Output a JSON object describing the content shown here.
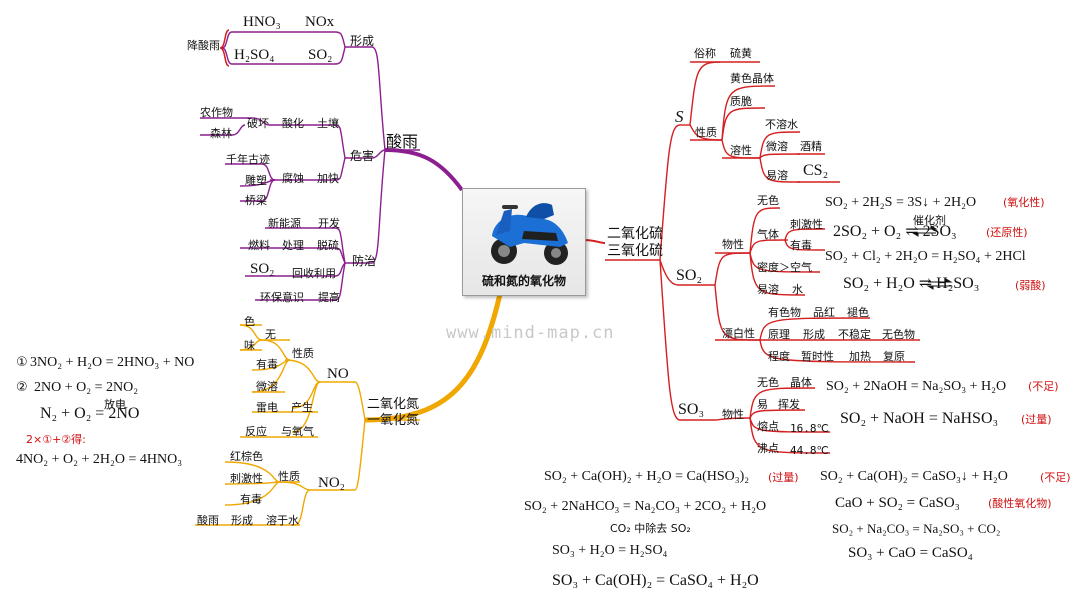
{
  "center": {
    "title": "硫和氮的氧化物",
    "illustration": "scooter"
  },
  "watermark": "www.mind-map.cn",
  "acid_rain": {
    "label": "酸雨",
    "forms": {
      "label": "形成",
      "hno3": "HNO₃",
      "nox": "NOx",
      "h2so4": "H₂SO₄",
      "so2": "SO₂",
      "rain": "降酸雨"
    },
    "harm": {
      "label": "危害",
      "acidify": "酸化",
      "soil": "土壤",
      "destroy": "破坏",
      "crops": "农作物",
      "forest": "森林",
      "speedup": "加快",
      "corrode": "腐蚀",
      "relics": "千年古迹",
      "statue": "雕塑",
      "bridge": "桥梁"
    },
    "prevent": {
      "label": "防治",
      "develop": "开发",
      "new_energy": "新能源",
      "desulfur": "脱硫",
      "process": "处理",
      "fuel": "燃料",
      "recycle": "回收利用",
      "so2": "SO₂",
      "improve": "提高",
      "env": "环保意识"
    }
  },
  "nitrogen": {
    "label1": "二氧化氮",
    "label2": "一氧化氮",
    "no": {
      "label": "NO",
      "props": "性质",
      "none": "无",
      "color": "色",
      "taste": "味",
      "toxic": "有毒",
      "slightly": "微溶",
      "produce": "产生",
      "lightning": "雷电",
      "with_o2": "与氧气",
      "react": "反应"
    },
    "no2": {
      "label": "NO₂",
      "props": "性质",
      "red_brown": "红棕色",
      "pungent": "刺激性",
      "toxic": "有毒",
      "dissolve": "溶于水",
      "form": "形成",
      "acid_rain": "酸雨"
    },
    "equations": {
      "e1_num": "①",
      "e1": "3NO₂ + H₂O = 2HNO₃ + NO",
      "e2_num": "②",
      "e2": "2NO + O₂ = 2NO₂",
      "e3": "N₂ + O₂ = 2NO",
      "e3_cond": "放电",
      "combo": "2×①+②得:",
      "e4": "4NO₂ + O₂ + 2H₂O = 4HNO₃"
    }
  },
  "sulfur": {
    "label1": "二氧化硫",
    "label2": "三氧化硫",
    "s": {
      "label": "S",
      "common": "俗称",
      "sulfur": "硫黄",
      "props": "性质",
      "yellow": "黄色晶体",
      "brittle": "质脆",
      "solubility": "溶性",
      "insoluble": "不溶水",
      "slightly": "微溶",
      "alcohol": "酒精",
      "soluble": "易溶",
      "cs2": "CS₂"
    },
    "so2": {
      "label": "SO₂",
      "physical": "物性",
      "colorless": "无色",
      "gas": "气体",
      "pungent": "刺激性",
      "toxic": "有毒",
      "density": "密度＞空气",
      "soluble": "易溶",
      "water": "水",
      "bleach": "漂白性",
      "colored": "有色物",
      "magenta": "品红",
      "fade": "褪色",
      "principle": "原理",
      "form": "形成",
      "unstable": "不稳定",
      "colorless2": "无色物",
      "degree": "程度",
      "temporary": "暂时性",
      "heat": "加热",
      "restore": "复原",
      "eq1": "SO₂ + 2H₂S = 3S↓ + 2H₂O",
      "eq1_note": "(氧化性)",
      "eq2": "2SO₂ + O₂ ⇌ 2SO₃",
      "eq2_cond": "催化剂",
      "eq2_note": "(还原性)",
      "eq3": "SO₂ + Cl₂ + 2H₂O = H₂SO₄ + 2HCl",
      "eq4": "SO₂ + H₂O ⇌ H₂SO₃",
      "eq4_note": "(弱酸)"
    },
    "so3": {
      "label": "SO₃",
      "physical": "物性",
      "colorless": "无色",
      "crystal": "晶体",
      "easy": "易",
      "volatile": "挥发",
      "melting": "熔点",
      "melting_val": "16.8℃",
      "boiling": "沸点",
      "boiling_val": "44.8℃",
      "eq1": "SO₂ + 2NaOH = Na₂SO₃ + H₂O",
      "eq1_note": "(不足)",
      "eq2": "SO₂ + NaOH = NaHSO₃",
      "eq2_note": "(过量)"
    },
    "bottom": {
      "eq1": "SO₂ + Ca(OH)₂ + H₂O = Ca(HSO₃)₂",
      "eq1_note": "(过量)",
      "eq2": "SO₂ + Ca(OH)₂ = CaSO₃↓ + H₂O",
      "eq2_note": "(不足)",
      "eq3": "CaO + SO₂ = CaSO₃",
      "eq3_note": "(酸性氧化物)",
      "eq4": "SO₂ + 2NaHCO₃ = Na₂CO₃ + 2CO₂ + H₂O",
      "eq4_note": "CO₂ 中除去 SO₂",
      "eq5": "SO₂ + Na₂CO₃ = Na₂SO₃ + CO₂",
      "eq6": "SO₃ + H₂O = H₂SO₄",
      "eq7": "SO₃ + CaO = CaSO₄",
      "eq8": "SO₃ + Ca(OH)₂ = CaSO₄ + H₂O"
    }
  },
  "colors": {
    "acid_rain_branch": "#8b1f8f",
    "nitrogen_branch": "#f0a800",
    "sulfur_branch": "#d42020",
    "note_red": "#d01010"
  }
}
